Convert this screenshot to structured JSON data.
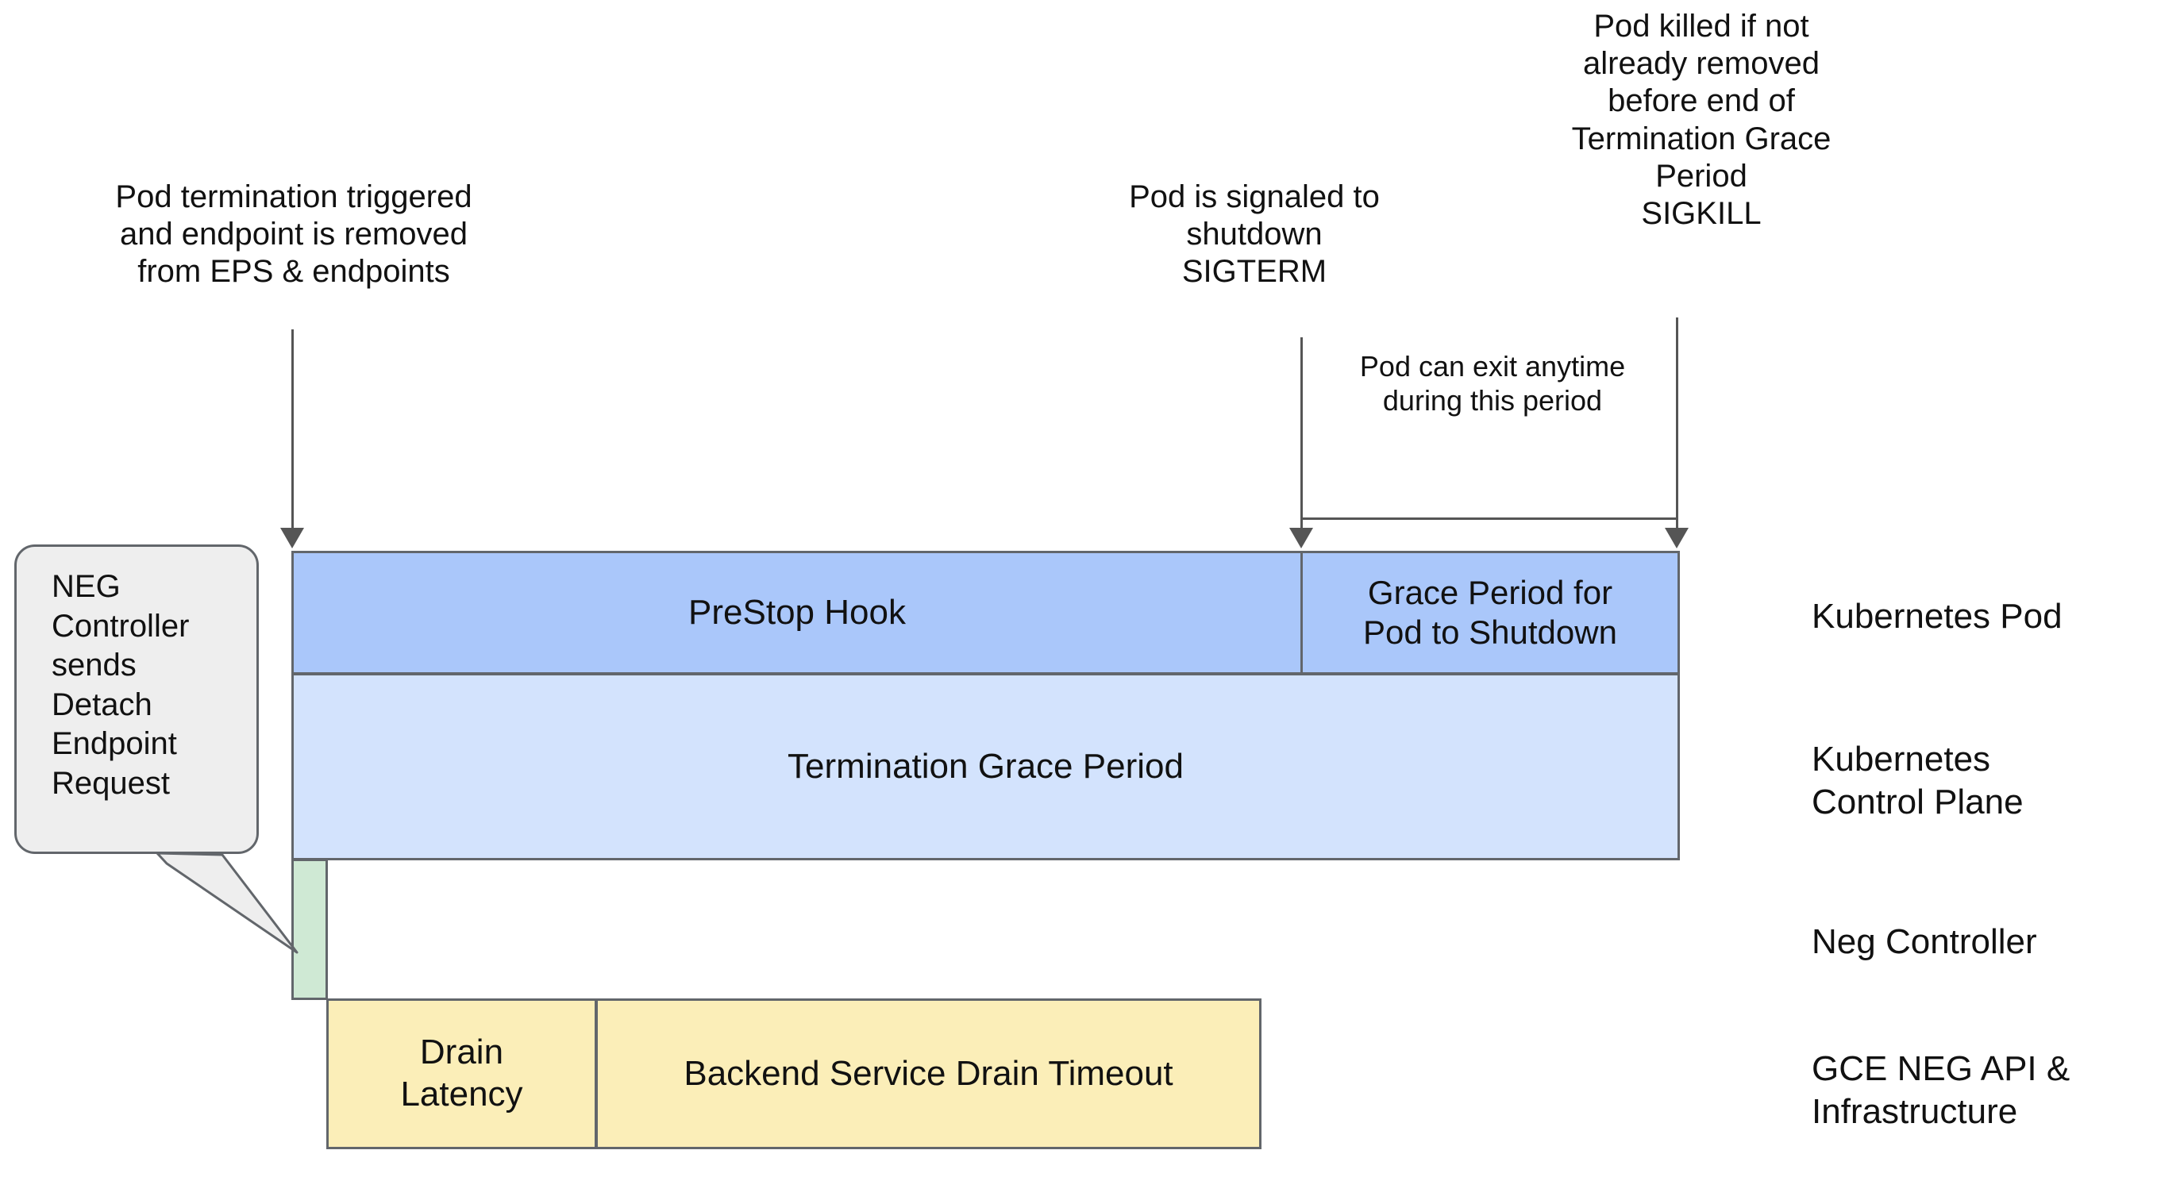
{
  "diagram": {
    "title": "Kubernetes Pod Termination Timeline with NEG Draining",
    "colors": {
      "prestop_fill": "#aac7fa",
      "grace_fill": "#aac7fa",
      "termination_grace_fill": "#d3e3fd",
      "neg_fill": "#cfe9d4",
      "drain_fill": "#fbeeb8",
      "stroke": "#62666b",
      "arrow": "#555555",
      "callout_fill": "#eeeeee",
      "background": "#ffffff"
    }
  },
  "annotations": [
    {
      "id": "pod-termination-triggered",
      "text": "Pod termination triggered\nand endpoint is removed\nfrom EPS & endpoints"
    },
    {
      "id": "pod-signaled-sigterm",
      "text": "Pod is signaled to\nshutdown\nSIGTERM"
    },
    {
      "id": "pod-killed-sigkill",
      "text": "Pod killed if not\nalready removed\nbefore end of\nTermination Grace\nPeriod\nSIGKILL"
    },
    {
      "id": "pod-can-exit-anytime",
      "text": "Pod can exit anytime\nduring this period"
    }
  ],
  "callout": {
    "id": "neg-controller-detach",
    "text": "NEG\nController\nsends\nDetach\nEndpoint\nRequest"
  },
  "bars": [
    {
      "id": "prestop-hook",
      "label": "PreStop Hook"
    },
    {
      "id": "grace-period-shutdown",
      "label": "Grace Period for\nPod to Shutdown"
    },
    {
      "id": "termination-grace-period",
      "label": "Termination Grace Period"
    },
    {
      "id": "neg-controller-bar",
      "label": ""
    },
    {
      "id": "drain-latency",
      "label": "Drain\nLatency"
    },
    {
      "id": "backend-service-drain-timeout",
      "label": "Backend Service Drain Timeout"
    }
  ],
  "lanes": [
    {
      "id": "lane-kubernetes-pod",
      "label": "Kubernetes Pod"
    },
    {
      "id": "lane-control-plane",
      "label": "Kubernetes\nControl Plane"
    },
    {
      "id": "lane-neg-controller",
      "label": "Neg Controller"
    },
    {
      "id": "lane-gce-neg-api",
      "label": "GCE NEG API &\nInfrastructure"
    }
  ]
}
